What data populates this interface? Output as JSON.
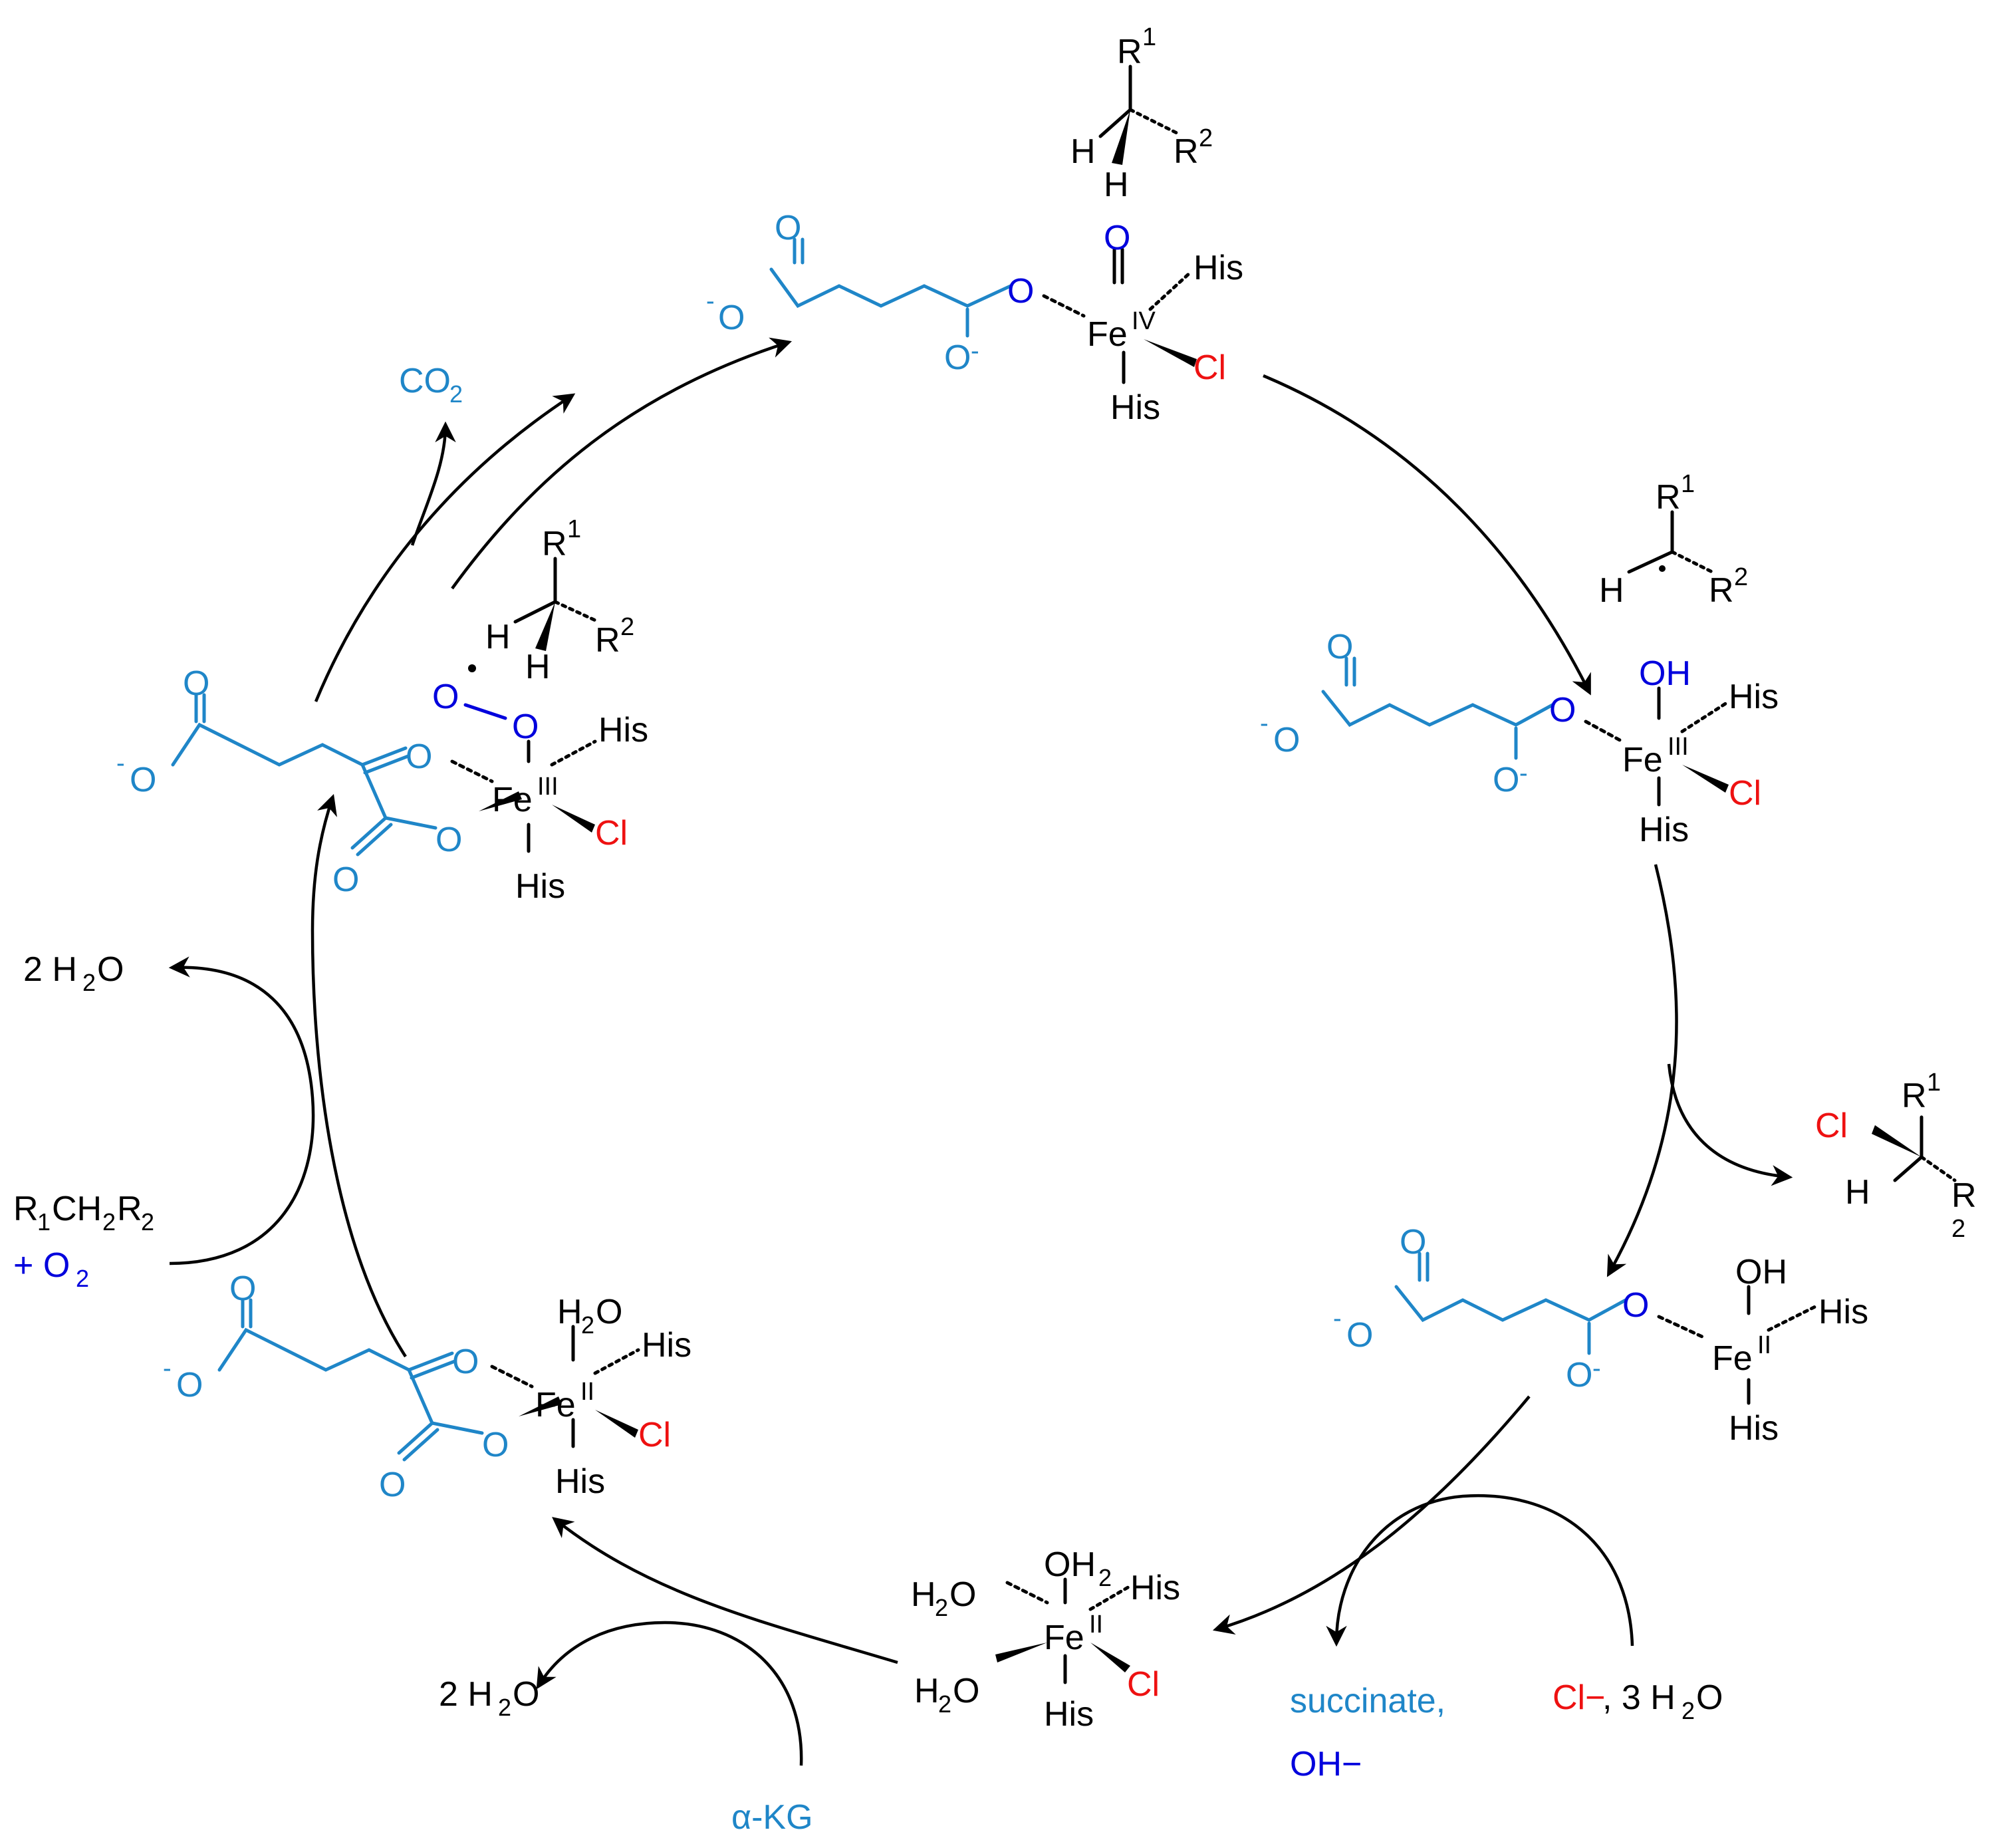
{
  "colors": {
    "ligand": "#1f86c8",
    "oxygen_dark": "#0000dd",
    "chlorine": "#ee1111",
    "bond": "#000000"
  },
  "labels": {
    "fe": "Fe",
    "his": "His",
    "cl": "Cl",
    "o": "O",
    "oh": "OH",
    "h": "H",
    "r": "R",
    "sup1": "1",
    "sup2": "2",
    "sub2": "2",
    "o_minus": "O",
    "minus": "-",
    "ox_ii": "II",
    "ox_iii": "III",
    "ox_iv": "IV",
    "h2o": "H",
    "h2o_tail": "O",
    "oh2_pre": "OH",
    "oh2_sub": "2",
    "co2_pre": "CO",
    "co2_sub": "2",
    "two_h2o_a_pre": "2 H",
    "two_h2o_a_sub": "2",
    "two_h2o_a_post": "O",
    "two_h2o_b_pre": "2 H",
    "two_h2o_b_sub": "2",
    "two_h2o_b_post": "O",
    "substrate_r1": "R",
    "substrate_s1": "1",
    "substrate_ch": "CH",
    "substrate_s2": "2",
    "substrate_r2": "R",
    "substrate_s3": "2",
    "plus_o2_pre": "+ O",
    "plus_o2_sub": "2",
    "succinate": "succinate,",
    "oh_minus": "OH−",
    "cl_minus": "Cl−",
    "three_h2o_pre": ", 3 H",
    "three_h2o_sub": "2",
    "three_h2o_post": "O",
    "akg": "α-KG"
  }
}
